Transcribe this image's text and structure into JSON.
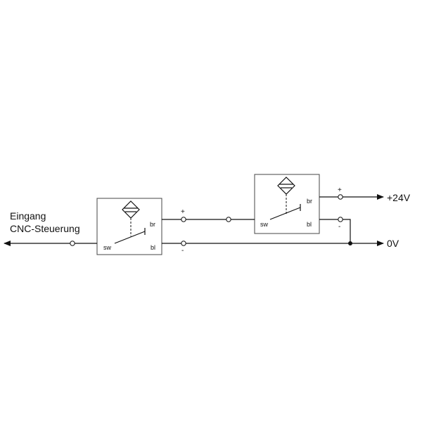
{
  "labels": {
    "input_line1": "Eingang",
    "input_line2": "CNC-Steuerung",
    "supply_positive": "+24V",
    "supply_zero": "0V"
  },
  "sensor1": {
    "terminal_sw": "sw",
    "terminal_br": "br",
    "terminal_bl": "bl",
    "plus": "+",
    "minus": "-"
  },
  "sensor2": {
    "terminal_sw": "sw",
    "terminal_br": "br",
    "terminal_bl": "bl",
    "plus": "+",
    "minus": "-"
  }
}
